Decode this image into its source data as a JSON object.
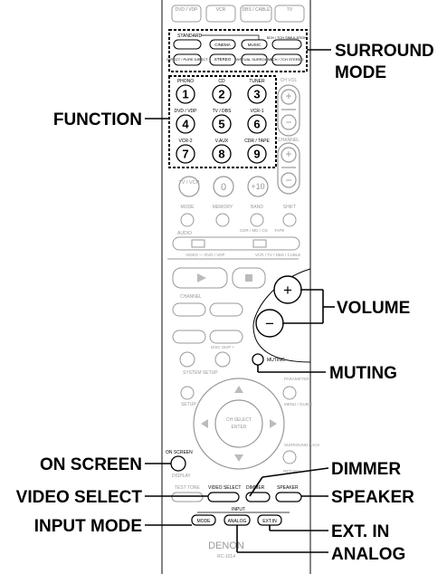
{
  "callouts": {
    "surround_mode_line1": "SURROUND",
    "surround_mode_line2": "MODE",
    "function": "FUNCTION",
    "volume": "VOLUME",
    "muting": "MUTING",
    "on_screen": "ON SCREEN",
    "dimmer": "DIMMER",
    "video_select": "VIDEO SELECT",
    "speaker": "SPEAKER",
    "input_mode": "INPUT MODE",
    "ext_in": "EXT. IN",
    "analog": "ANALOG"
  },
  "remote": {
    "top_tabs": [
      "DVD / VDP",
      "VCR",
      "DBS / CABLE",
      "TV"
    ],
    "surround": {
      "standard": "STANDARD",
      "cinema": "CINEMA",
      "music": "MUSIC",
      "simulation": "5CH / 7CH SIMULATION",
      "direct": "DIRECT / PURE DIRECT",
      "stereo": "STEREO",
      "virtual": "VIRTUAL SURROUND",
      "stereo_5ch": "5CH / 7CH STEREO"
    },
    "function_keys": [
      {
        "label": "PHONO",
        "num": "1"
      },
      {
        "label": "CD",
        "num": "2"
      },
      {
        "label": "TUNER",
        "num": "3"
      },
      {
        "label": "DVD / VDP",
        "num": "4"
      },
      {
        "label": "TV / DBS",
        "num": "5"
      },
      {
        "label": "VCR-1",
        "num": "6"
      },
      {
        "label": "VCR-2",
        "num": "7"
      },
      {
        "label": "V.AUX",
        "num": "8"
      },
      {
        "label": "CDR / TAPE",
        "num": "9"
      }
    ],
    "side_labels": {
      "ch_vol": "CH VOL",
      "channel": "CHANNEL"
    },
    "tv_vcr": "TV / VCR",
    "zero": "0",
    "plus10": "+10",
    "mode_row": [
      "MODE",
      "MEMORY",
      "BAND",
      "SHIFT"
    ],
    "audio": "AUDIO",
    "cdr_md": "CDR / MD / CD",
    "tape": "TAPE",
    "video_line": "VIDEO — DVD / VDP",
    "vcr_tv": "VCR / TV / DBS / CABLE",
    "channel_label": "CHANNEL",
    "disc_skip": "DISC SKIP +",
    "muting_key": "MUTING",
    "system_setup": "SYSTEM SETUP",
    "setup": "SETUP",
    "parameter": "PARAMETER",
    "menu_guide": "MENU / GUIDE",
    "ch_select": "CH SELECT",
    "enter": "ENTER",
    "on_screen_key": "ON SCREEN",
    "display": "DISPLAY",
    "surround_back": "SURROUND BACK",
    "return_key": "RETURN",
    "test_tone": "TEST TONE",
    "video_select_key": "VIDEO SELECT",
    "dimmer_key": "DIMMER",
    "speaker_key": "SPEAKER",
    "input_label": "INPUT",
    "mode_key": "MODE",
    "analog_key": "ANALOG",
    "ext_in_key": "EXT.IN",
    "brand": "DENON",
    "model": "RC-1014",
    "plus": "+",
    "minus": "−"
  }
}
